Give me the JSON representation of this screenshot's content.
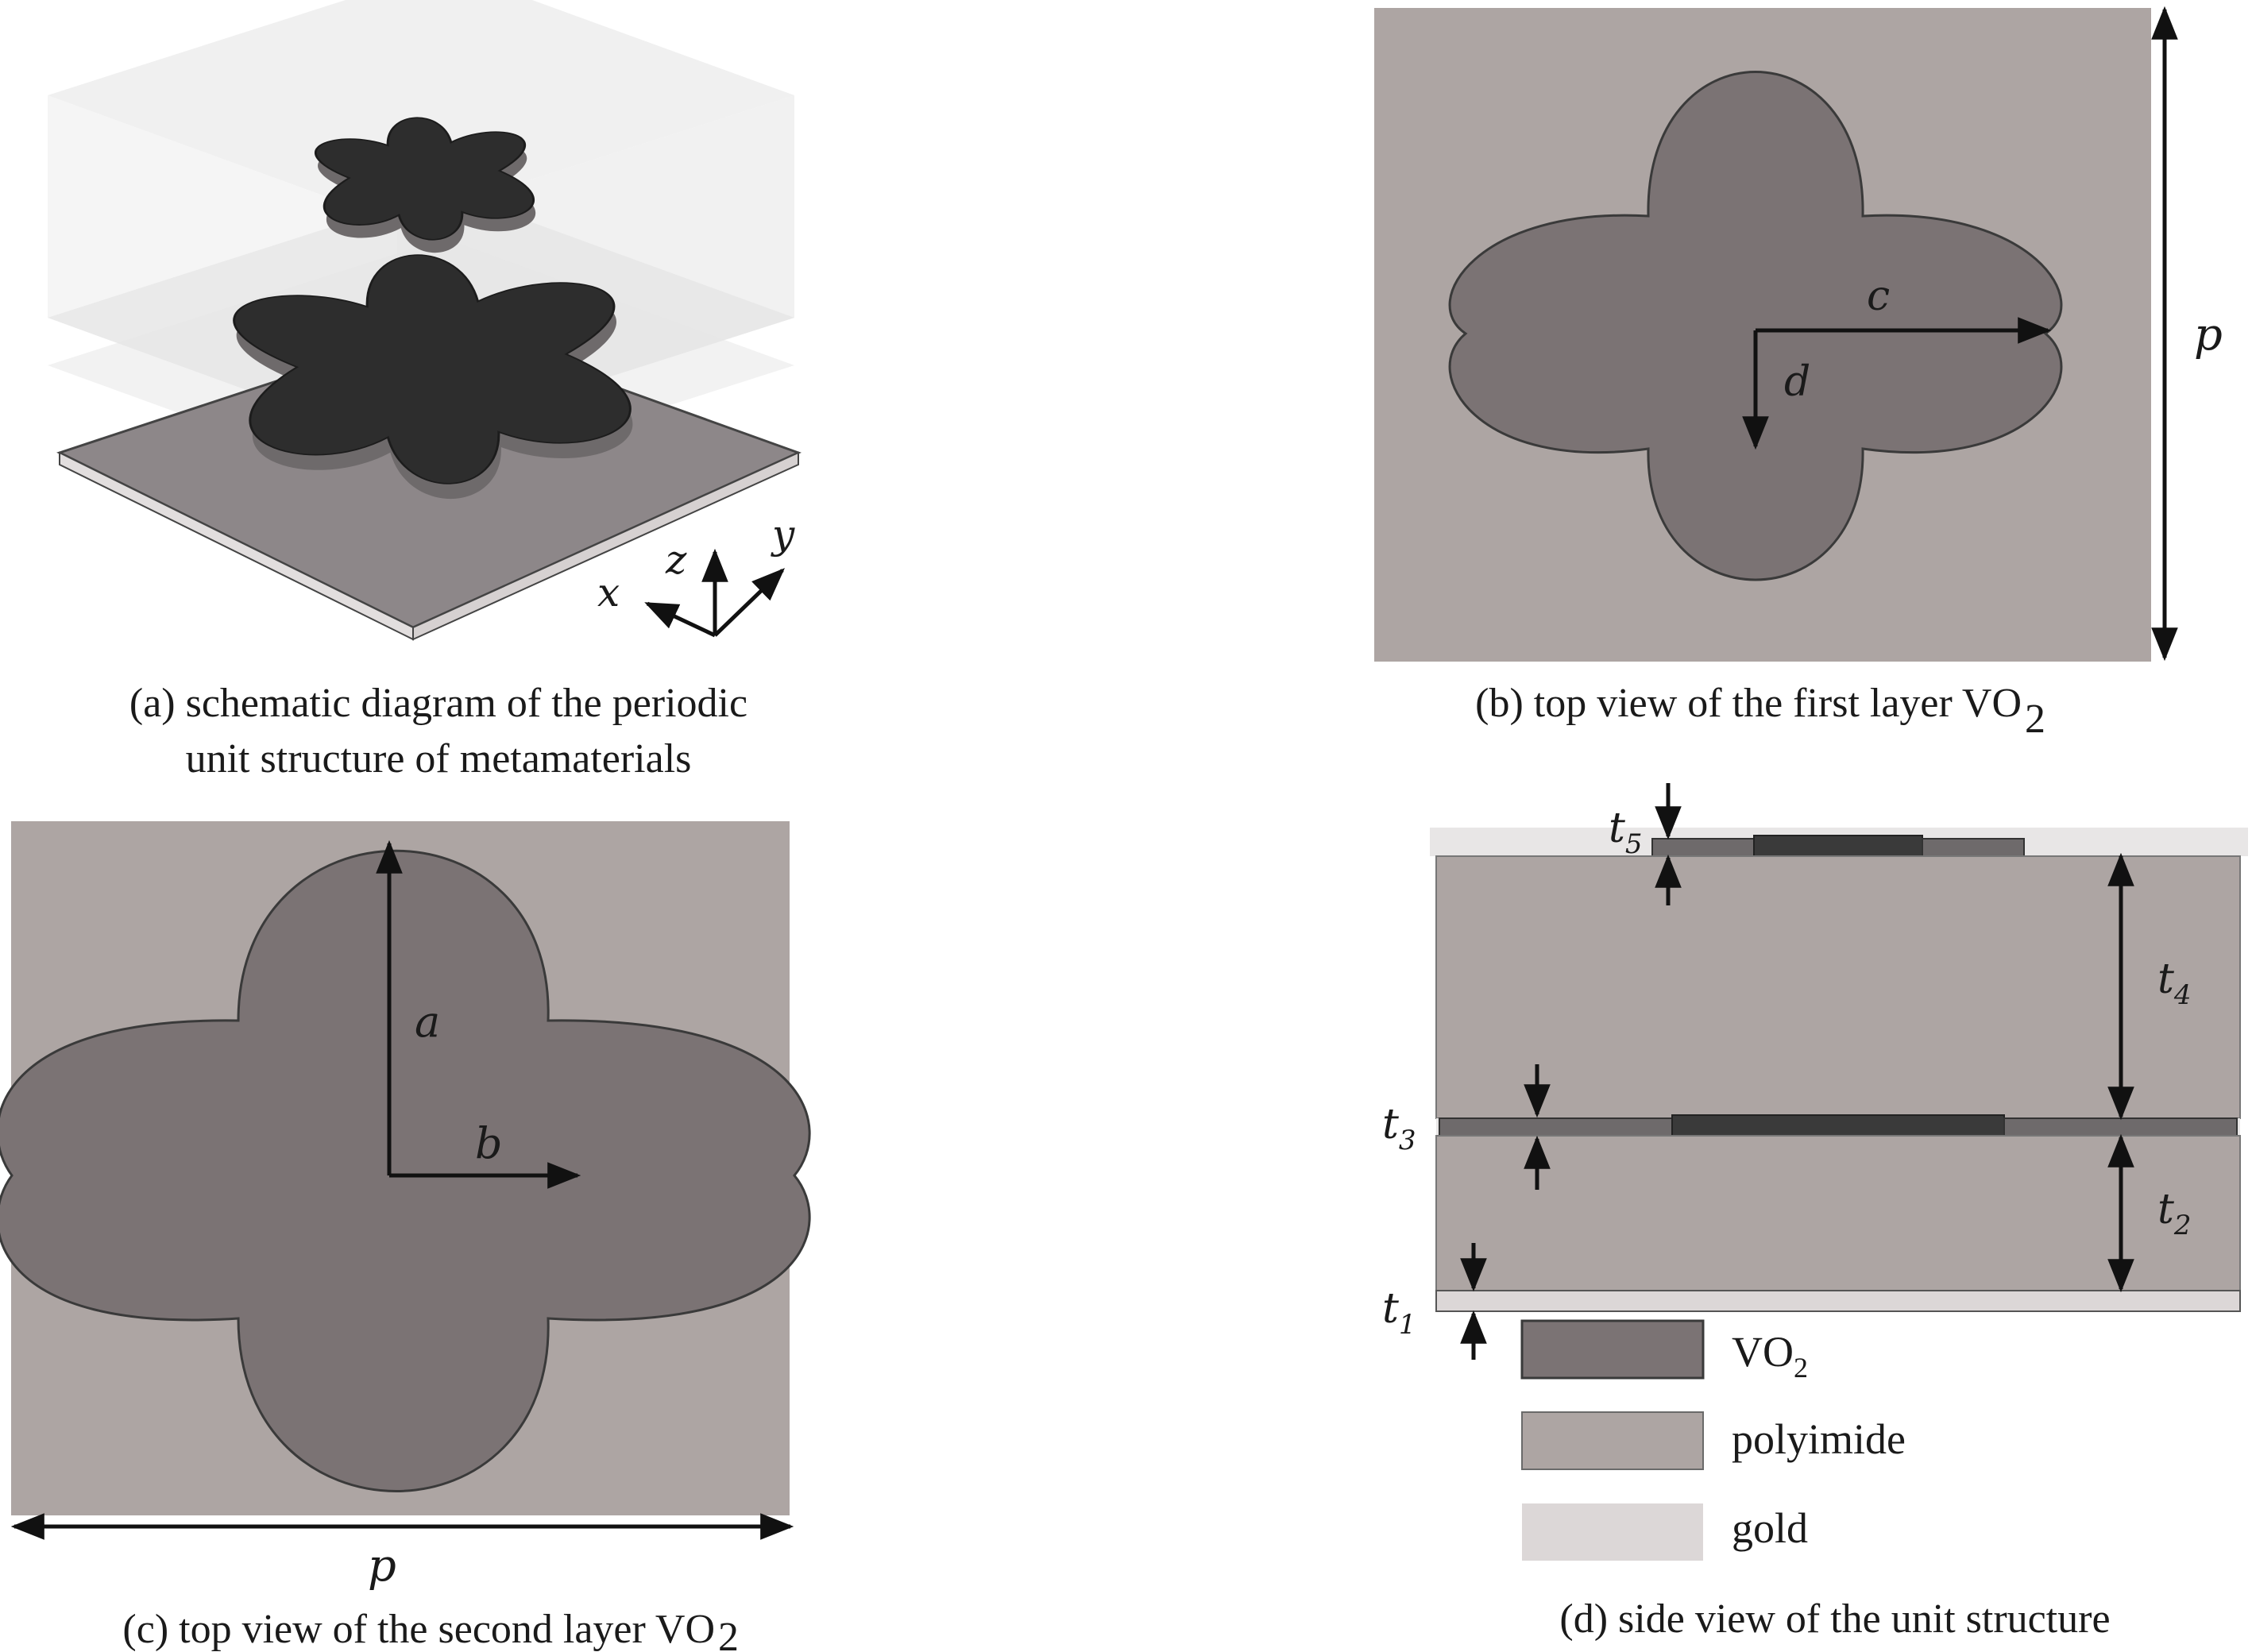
{
  "panel_a": {
    "caption_line1": "(a) schematic diagram of the periodic",
    "caption_line2": "unit structure of metamaterials",
    "axis_x": "x",
    "axis_y": "y",
    "axis_z": "z"
  },
  "panel_b": {
    "caption": "(b) top view of the first layer VO",
    "caption_sub": "2",
    "label_c": "c",
    "label_d": "d",
    "label_p": "p"
  },
  "panel_c": {
    "caption": "(c) top view of the second layer VO",
    "caption_sub": "2",
    "label_a": "a",
    "label_b": "b",
    "label_p": "p"
  },
  "panel_d": {
    "caption": "(d) side view of the unit structure",
    "t_letter": "t",
    "t1": "1",
    "t2": "2",
    "t3": "3",
    "t4": "4",
    "t5": "5",
    "legend": {
      "vo2": "VO",
      "vo2_sub": "2",
      "polyimide": "polyimide",
      "gold": "gold"
    }
  },
  "colors": {
    "vo2": "#7b7374",
    "polyimide": "#ada5a3",
    "gold": "#dcd7d7",
    "dark_layer": "#333333",
    "outline": "#3a3a3a"
  }
}
